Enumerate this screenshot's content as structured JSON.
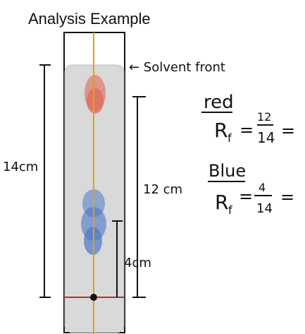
{
  "title": "Analysis Example",
  "labels": {
    "solvent_front": "← Solvent front",
    "left_measure": "14cm",
    "middle_measure": "12 cm",
    "small_measure": "4cm"
  },
  "rf_red": {
    "label": "red",
    "rf_text": "R",
    "subscript": "f",
    "equals": "=",
    "numerator": "12",
    "denominator": "14",
    "trailing": "="
  },
  "rf_blue": {
    "label": "Blue",
    "rf_text": "R",
    "subscript": "f",
    "equals": "=",
    "numerator": "4",
    "denominator": "14",
    "trailing": "="
  },
  "colors": {
    "plate": "#d9d9d9",
    "plate_border": "#bdbdbd",
    "guide_line": "#e4a200",
    "baseline": "#c62828",
    "red_spot": "#e06a58",
    "blue_spot": "#4f78c8",
    "ink": "#111111"
  }
}
